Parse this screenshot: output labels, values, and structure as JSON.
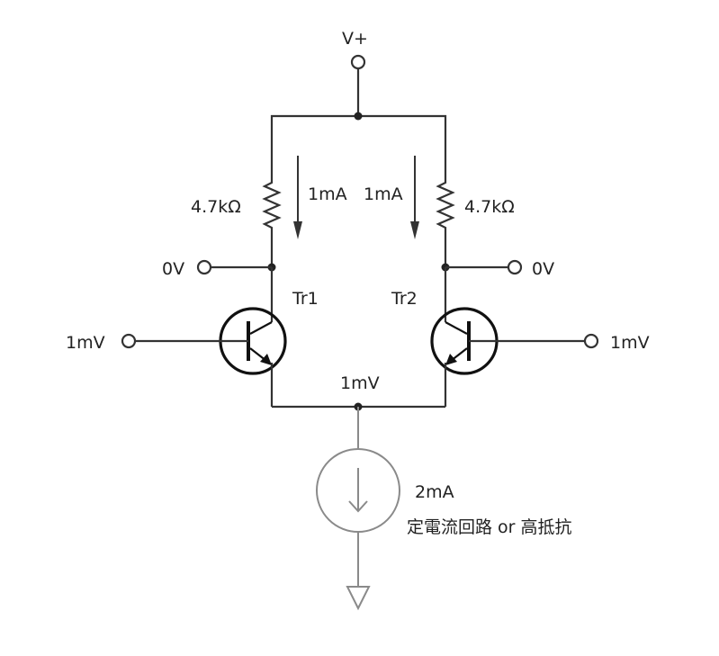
{
  "supply_label": "V+",
  "resistor_left_label": "4.7kΩ",
  "resistor_right_label": "4.7kΩ",
  "current_left_label": "1mA",
  "current_right_label": "1mA",
  "collector_left_label": "0V",
  "collector_right_label": "0V",
  "transistor_left_label": "Tr1",
  "transistor_right_label": "Tr2",
  "base_left_label": "1mV",
  "base_right_label": "1mV",
  "emitter_node_label": "1mV",
  "current_source_value": "2mA",
  "current_source_caption": "定電流回路 or 高抵抗",
  "colors": {
    "wire": "#333333",
    "source": "#8a8a8a",
    "text": "#222222"
  }
}
